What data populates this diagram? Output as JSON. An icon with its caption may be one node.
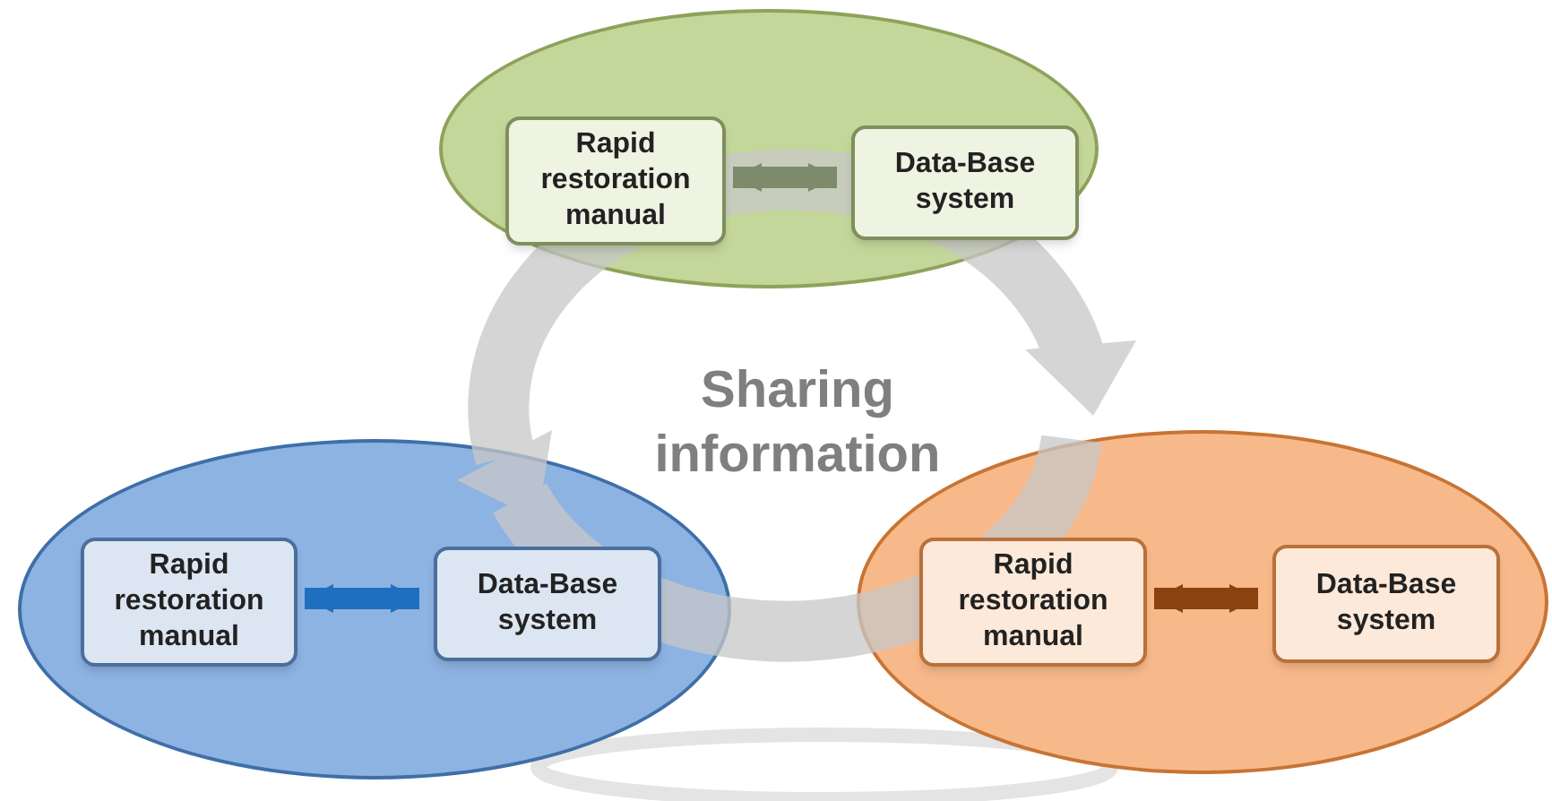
{
  "diagram": {
    "nodes": [
      {
        "text": [],
        "shape": "ellipse"
      },
      {
        "text": [
          "Rapid restoration manual"
        ],
        "in": 0
      },
      {
        "text": [
          "Data-Base system"
        ],
        "in": 0
      },
      {
        "text": [],
        "shape": "ellipse"
      },
      {
        "text": [
          "Rapid restoration manual"
        ],
        "in": 3
      },
      {
        "text": [
          "Data-Base system"
        ],
        "in": 3
      },
      {
        "text": [],
        "shape": "ellipse"
      },
      {
        "text": [
          "Rapid restoration manual"
        ],
        "in": 6
      },
      {
        "text": [
          "Data-Base system"
        ],
        "in": 6
      }
    ],
    "edges": [
      {
        "from": 1,
        "to": 2,
        "arrow": "both",
        "color": "#7d8a6c"
      },
      {
        "from": 4,
        "to": 5,
        "arrow": "both",
        "color": "#1f6fc0"
      },
      {
        "from": 7,
        "to": 8,
        "arrow": "both",
        "color": "#8a4310"
      }
    ],
    "labels": [
      "Sharing information"
    ]
  }
}
